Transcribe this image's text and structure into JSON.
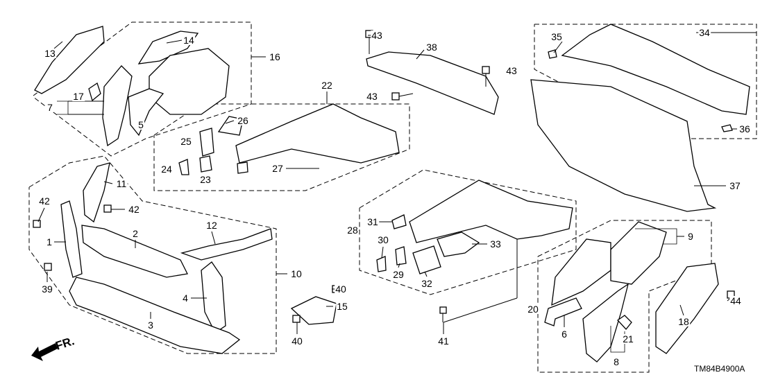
{
  "diagram_code": "TM84B4900A",
  "direction_marker": "FR.",
  "callouts": [
    "13",
    "14",
    "16",
    "17",
    "7",
    "5",
    "22",
    "26",
    "25",
    "24",
    "23",
    "27",
    "43",
    "38",
    "43",
    "43",
    "35",
    "34",
    "36",
    "37",
    "11",
    "42",
    "42",
    "12",
    "2",
    "1",
    "39",
    "10",
    "4",
    "3",
    "28",
    "31",
    "30",
    "29",
    "32",
    "33",
    "40",
    "15",
    "40",
    "41",
    "9",
    "20",
    "6",
    "21",
    "8",
    "18",
    "44"
  ]
}
